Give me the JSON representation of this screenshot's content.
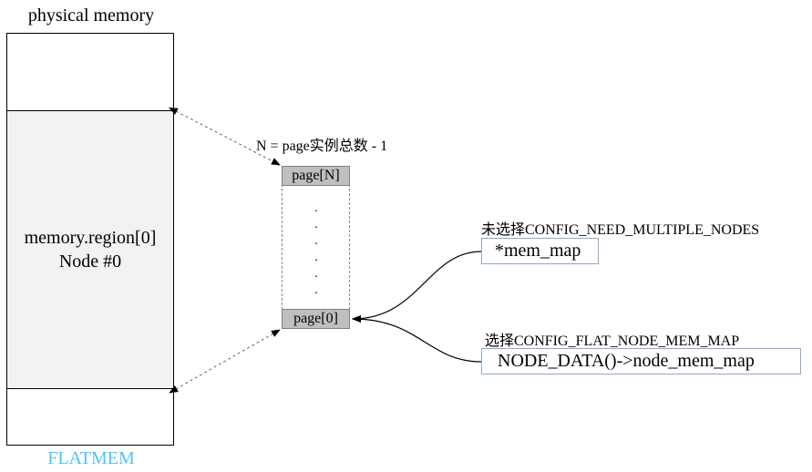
{
  "memory": {
    "title": "physical memory",
    "region_line1": "memory.region[0]",
    "region_line2": "Node #0",
    "footer": "FLATMEM"
  },
  "pages": {
    "n_label": "N = page实例总数 - 1",
    "top": "page[N]",
    "bottom": "page[0]",
    "dots": ".\n.\n.\n.\n.\n."
  },
  "options": {
    "a_label": "未选择CONFIG_NEED_MULTIPLE_NODES",
    "a_value": "*mem_map",
    "b_label": "选择CONFIG_FLAT_NODE_MEM_MAP",
    "b_value": "NODE_DATA()->node_mem_map"
  },
  "colors": {
    "footer": "#4fc3f7",
    "region_fill": "#f2f2f2",
    "page_fill": "#bfbfbf",
    "box_border": "#8ea9c9"
  }
}
